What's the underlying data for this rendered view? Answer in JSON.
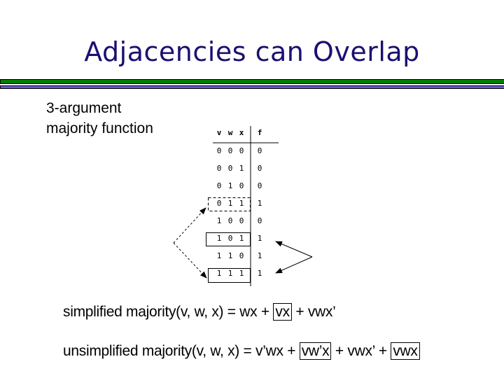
{
  "title": "Adjacencies can Overlap",
  "subtitle": [
    "3-argument",
    "majority function"
  ],
  "table": {
    "headers": [
      "v",
      "w",
      "x",
      "f"
    ],
    "rows": [
      [
        "0",
        "0",
        "0",
        "0"
      ],
      [
        "0",
        "0",
        "1",
        "0"
      ],
      [
        "0",
        "1",
        "0",
        "0"
      ],
      [
        "0",
        "1",
        "1",
        "1"
      ],
      [
        "1",
        "0",
        "0",
        "0"
      ],
      [
        "1",
        "0",
        "1",
        "1"
      ],
      [
        "1",
        "1",
        "0",
        "1"
      ],
      [
        "1",
        "1",
        "1",
        "1"
      ]
    ]
  },
  "equations": {
    "simplified": {
      "lhs": "simplified majority(v, w, x) = ",
      "t1": "wx",
      "plus1": " + ",
      "t2": "vx",
      "plus2": " + ",
      "t3": "vwx’"
    },
    "unsimplified": {
      "lhs": "unsimplified majority(v, w, x) = ",
      "t1": "v’wx",
      "plus1": " + ",
      "t2": "vw’x",
      "plus2": " + ",
      "t3": "vwx’",
      "plus3": " + ",
      "t4": "vwx"
    }
  },
  "colors": {
    "title": "#1a1070",
    "green_bar": "#008000",
    "blue_bar": "#6a5acd"
  }
}
